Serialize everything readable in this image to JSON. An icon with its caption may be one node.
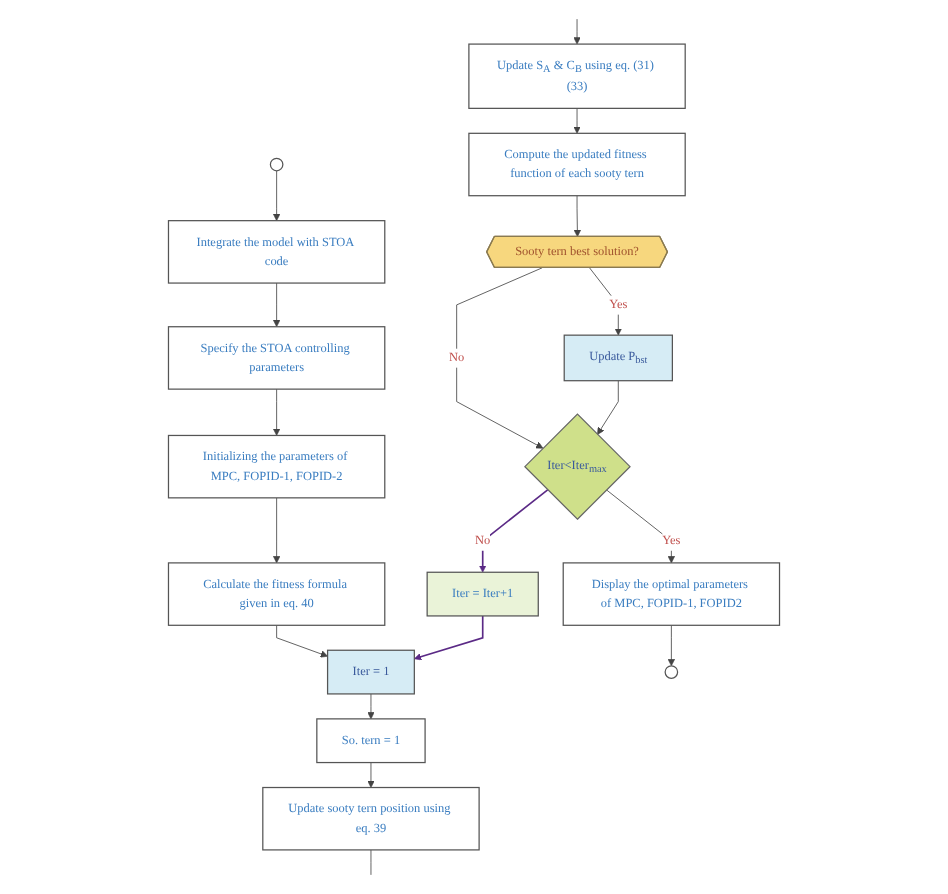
{
  "diagram": {
    "nodes": [
      {
        "text": [],
        "shape": "circle"
      },
      {
        "text": [
          "Integrate the model with STOA code"
        ]
      },
      {
        "text": [
          "Specify the STOA controlling parameters"
        ]
      },
      {
        "text": [
          "Initializing the parameters of MPC, FOPID-1, FOPID-2"
        ]
      },
      {
        "text": [
          "Calculate the fitness formula given in eq. 40"
        ]
      },
      {
        "text": [
          "Iter = 1"
        ]
      },
      {
        "text": [
          "So. tern = 1"
        ]
      },
      {
        "text": [
          "Update sooty tern position using eq. 39"
        ]
      },
      {
        "text": [
          "Update S$_{A}$ & C$_{B}$ using eq. (31) (33)"
        ]
      },
      {
        "text": [
          "Compute the updated fitness function of each sooty tern"
        ]
      },
      {
        "text": [
          "Sooty tern best solution?"
        ]
      },
      {
        "text": [
          "Update P$_{bst}$"
        ]
      },
      {
        "text": [
          "Iter<Iter$_{max}$"
        ]
      },
      {
        "text": [
          "Iter = Iter+1"
        ]
      },
      {
        "text": [
          "Display the optimal parameters of MPC, FOPID-1, FOPID2"
        ]
      },
      {
        "text": [],
        "shape": "circle"
      }
    ],
    "edges": [
      {
        "from": 0,
        "to": 1,
        "arrow": "to"
      },
      {
        "from": 1,
        "to": 2,
        "arrow": "to"
      },
      {
        "from": 2,
        "to": 3,
        "arrow": "to"
      },
      {
        "from": 3,
        "to": 4,
        "arrow": "to"
      },
      {
        "from": 4,
        "to": 5,
        "arrow": "to"
      },
      {
        "from": 5,
        "to": 6,
        "arrow": "to"
      },
      {
        "from": 6,
        "to": 7,
        "arrow": "to"
      },
      {
        "from": 7,
        "to": null,
        "arrow": "none"
      },
      {
        "from": null,
        "to": 8,
        "arrow": "to"
      },
      {
        "from": 8,
        "to": 9,
        "arrow": "to"
      },
      {
        "from": 9,
        "to": 10,
        "arrow": "to"
      },
      {
        "from": 10,
        "to": 11,
        "arrow": "to",
        "label": "Yes"
      },
      {
        "from": 10,
        "to": 12,
        "arrow": "to",
        "label": "No"
      },
      {
        "from": 11,
        "to": 12,
        "arrow": "to"
      },
      {
        "from": 12,
        "to": 13,
        "arrow": "to",
        "label": "No",
        "color": "#5b2a86"
      },
      {
        "from": 13,
        "to": 5,
        "arrow": "to",
        "color": "#5b2a86"
      },
      {
        "from": 12,
        "to": 14,
        "arrow": "to",
        "label": "Yes"
      },
      {
        "from": 14,
        "to": 15,
        "arrow": "to"
      }
    ]
  }
}
